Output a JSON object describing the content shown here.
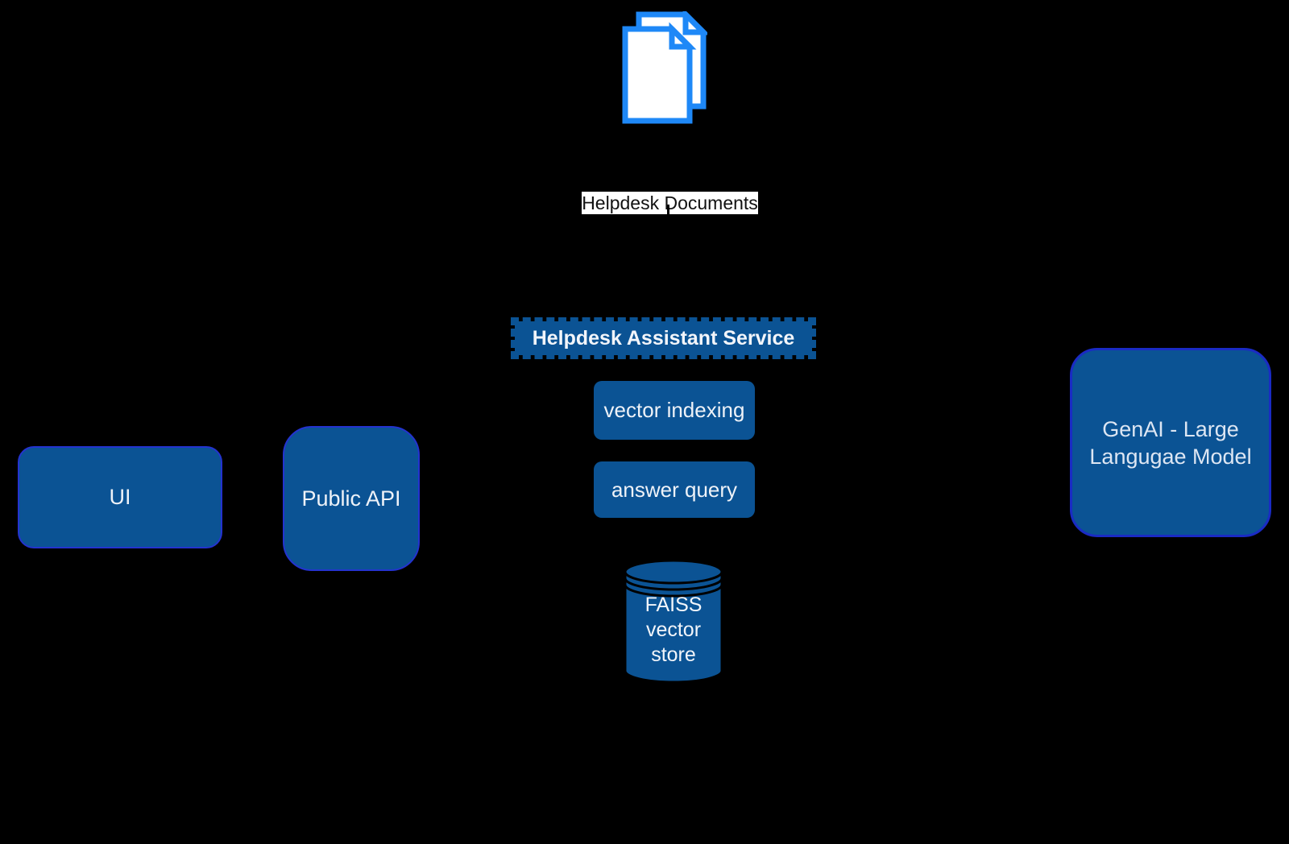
{
  "colors": {
    "background": "#000000",
    "node_fill": "#0b5394",
    "node_border_bright": "#2433cf",
    "node_border_dark": "#1a2bc4",
    "icon_stroke": "#1e88f7",
    "label_background": "#ffffff",
    "label_text": "#111111",
    "node_text": "#eef2f8",
    "cylinder_outline": "#000000"
  },
  "icons": {
    "documents": "documents-icon",
    "database": "database-cylinder-icon"
  },
  "nodes": {
    "documents_label": "Helpdesk Documents",
    "service": "Helpdesk Assistant Service",
    "functions": [
      {
        "label": "vector indexing"
      },
      {
        "label": "answer query"
      }
    ],
    "ui": "UI",
    "public_api": "Public API",
    "genai": "GenAI - Large Langugae Model",
    "vector_store": "FAISS vector store"
  }
}
